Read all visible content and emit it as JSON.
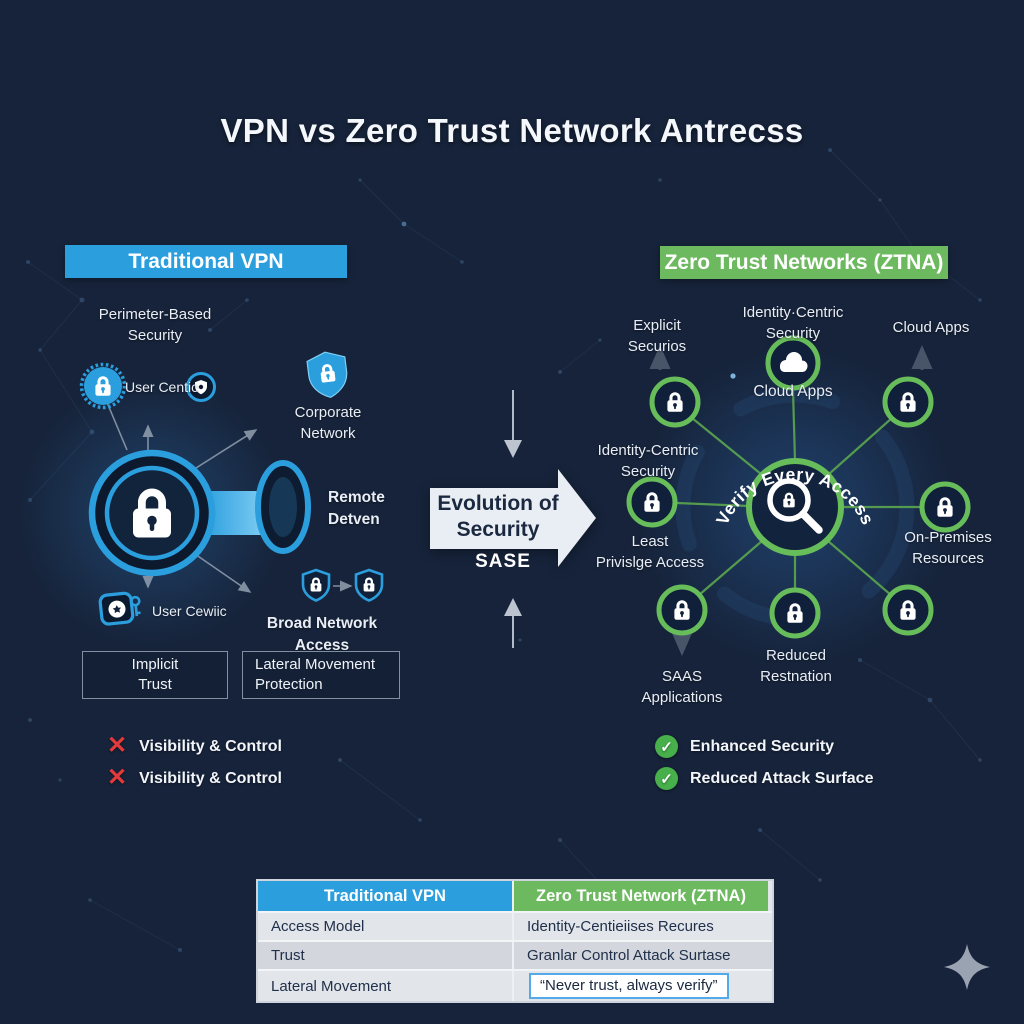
{
  "title": "VPN vs Zero Trust Network Antrecss",
  "left": {
    "banner": "Traditional VPN",
    "perimeter": [
      "Perimeter-Based",
      "Security"
    ],
    "user_centric": "User Centic",
    "corporate": [
      "Corporate",
      "Network"
    ],
    "remote": [
      "Remote",
      "Detven"
    ],
    "user_service": "User Cewiic",
    "broad_access": "Broad Network Access",
    "box_implicit": [
      "Implicit",
      "Trust"
    ],
    "box_lateral": [
      "Lateral Movement",
      "Protection"
    ],
    "cons": [
      "Visibility & Control",
      "Visibility & Control"
    ]
  },
  "center": {
    "evolution": [
      "Evolution of",
      "Security"
    ],
    "sase": "SASE"
  },
  "right": {
    "banner": "Zero Trust Networks (ZTNA)",
    "explicit": [
      "Explicit",
      "Securios"
    ],
    "identity_top": [
      "Identity·Centric",
      "Security"
    ],
    "cloud_apps_corner": "Cloud Apps",
    "cloud_apps": "Cloud Apps",
    "hub_label": "Verify Every Access",
    "identity_left": [
      "Identity-Centric",
      "Security"
    ],
    "least_privilege": [
      "Least",
      "Privislge Access"
    ],
    "on_premises": [
      "On-Premises",
      "Resources"
    ],
    "saas": [
      "SAAS",
      "Applications"
    ],
    "reduced": [
      "Reduced",
      "Restnation"
    ],
    "pros": [
      "Enhanced Security",
      "Reduced Attack Surface"
    ]
  },
  "table": {
    "headers": [
      "Traditional VPN",
      "Zero Trust Network (ZTNA)"
    ],
    "rows": [
      {
        "label": "Access Model",
        "value": "Identity-Centieiises Recures"
      },
      {
        "label": "Trust",
        "value": "Granlar Control Attack Surtase"
      },
      {
        "label": "Lateral Movement",
        "value": "“Never trust, always verify”"
      }
    ]
  },
  "colors": {
    "vpn_blue": "#2b9ede",
    "ztna_green": "#6db95f",
    "alert_red": "#e23a3a",
    "check_green": "#47b04b",
    "background_navy": "#16233a"
  }
}
